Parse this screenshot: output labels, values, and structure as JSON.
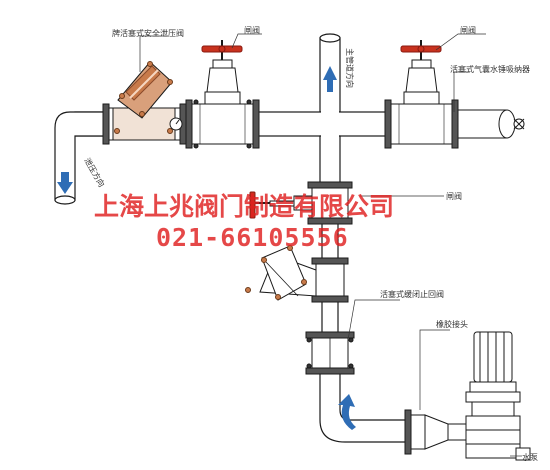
{
  "labels": {
    "safety_valve": "牌活塞式安全泄压阀",
    "gate_valve_left": "闸阀",
    "gate_valve_right": "闸阀",
    "main_flow_direction": "主管道方向",
    "air_hammer_eliminator": "活塞式气囊水锤吸纳器",
    "gate_valve_lower": "闸阀",
    "relief_direction": "泄压方向",
    "check_valve": "活塞式缓闭止回阀",
    "flex_joint": "橡胶接头",
    "water_pump": "水泵"
  },
  "watermark": {
    "company": "上海上兆阀门制造有限公司",
    "phone": "021-66105556"
  },
  "colors": {
    "line": "#1a1a1a",
    "pipe_fill": "#ffffff",
    "valve_red": "#c8321e",
    "arrow_blue": "#2f6db5",
    "bronze": "#c87a4a",
    "watermark": "#e02020"
  }
}
